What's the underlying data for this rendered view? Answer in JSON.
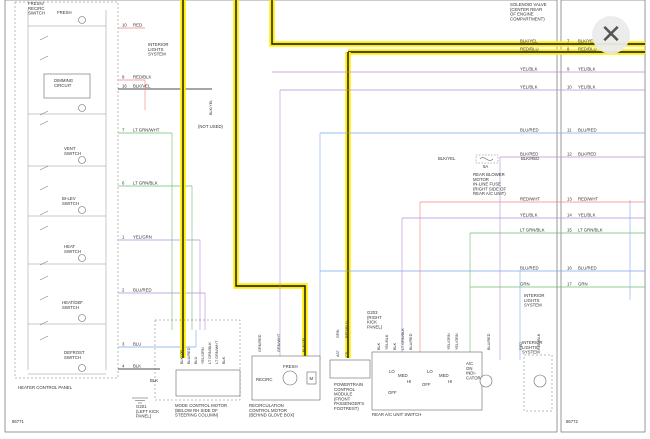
{
  "colors": {
    "wire_red": "#f08080",
    "wire_green": "#6dbb6d",
    "wire_purple": "#b48ed8",
    "wire_blue": "#7fa8ee",
    "wire_highlight": "#ffee00",
    "wire_black": "#111111"
  },
  "close_icon": "close-icon",
  "heater_panel": {
    "top_label": "FRESH/\nRECIRC\nSWITCH",
    "fresh": "FRESH",
    "dimming": "DIMMING\nCIRCUIT",
    "vent": "VENT\nSWITCH",
    "bilev": "BI-LEV\nSWITCH",
    "heat": "HEAT\nSWITCH",
    "heatdef": "HEAT/DEF\nSWITCH",
    "defrost": "DEFROST\nSWITCH",
    "panel_name": "HEATER CONTROL PANEL",
    "code": "86771"
  },
  "left_wires": [
    {
      "pin": "10",
      "color": "RED"
    },
    {
      "pin": "9",
      "color": "RED/BLK"
    },
    {
      "pin": "16",
      "color": "BLK/VEL"
    },
    {
      "pin": "7",
      "color": "LT GRN/WHT"
    },
    {
      "pin": "6",
      "color": "LT GRN/BLK"
    },
    {
      "pin": "1",
      "color": "YEL/GRN"
    },
    {
      "pin": "2",
      "color": "BLU/RED"
    },
    {
      "pin": "3",
      "color": "BLU"
    },
    {
      "pin": "4",
      "color": "BLK"
    }
  ],
  "interior_lights_left": "INTERIOR\nLIGHTS\nSYSTEM",
  "not_used": "(NOT USED)",
  "blkyel_vert": "BLK/YEL",
  "solenoid": "SOLENOID VALVE\n(CENTER REAR\nOF ENGINE\nCOMPARTMENT)",
  "mid_wires": [
    {
      "color": "BLK/YEL",
      "pin": "7",
      "right": "BLK/YEL"
    },
    {
      "color": "RED/BLU",
      "pin": "8",
      "right": "RED/BLU"
    },
    {
      "color": "YEL/BLK",
      "pin": "9",
      "right": "YEL/BLK"
    },
    {
      "color": "YEL/BLK",
      "pin": "10",
      "right": "YEL/BLK"
    },
    {
      "color": "BLU/RED",
      "pin": "11",
      "right": "BLU/RED"
    },
    {
      "color": "BLK/RED",
      "pin": "12",
      "right": "BLK/RED"
    },
    {
      "color": "RED/WHT",
      "pin": "13",
      "right": "RED/WHT"
    },
    {
      "color": "YEL/BLK",
      "pin": "14",
      "right": "YEL/BLK"
    },
    {
      "color": "LT GRN/BLK",
      "pin": "15",
      "right": "LT GRN/BLK"
    },
    {
      "color": "BLU/RED",
      "pin": "16",
      "right": "BLU/RED"
    },
    {
      "color": "GRN",
      "pin": "17",
      "right": "GRN"
    }
  ],
  "fuse": {
    "amp": "5A",
    "label": "REAR BLOWER\nMOTOR\nIN-LINE FUSE\n(RIGHT SIDE OF\nREAR A/C UNIT)"
  },
  "fuse_wire_left": "BLK/YEL",
  "fuse_wire_right": "BLK/RED",
  "interior_lights_right": "INTERIOR\nLIGHTS\nSYSTEM",
  "right_code": "86772",
  "bottom": {
    "mode_motor": "MODE CONTROL MOTOR\n(BELOW RH SIDE OF\nSTEERING COLUMN)",
    "recirc_motor": "RECIRCULATION\nCONTROL MOTOR\n(BEHIND GLOVE BOX)",
    "recirc": "RECIRC",
    "fresh": "FRESH",
    "pcm": "POWERTRAIN\nCONTROL\nMODULE\n(FRONT\nPASSENGER'S\nFOOTREST)",
    "g203": "G203\n(RIGHT\nKICK\nPANEL)",
    "g201": "G201\n(LEFT KICK\nPANEL)",
    "rear_switch": "REAR A/C UNIT SWITCH",
    "lo": "LO",
    "med": "MED",
    "hi": "HI",
    "off": "OFF",
    "ac_on": "A/C\nON\nINDI-\nCATOR",
    "interior_sys": "INTERIOR\nLIGHTS\nSYSTEM",
    "blk": "BLK"
  },
  "mode_wires": [
    "BLK/YEL",
    "BLU/RED",
    "BLU",
    "YEL/GRN",
    "LT GRN/BLK",
    "LT GRN/WHT",
    "BLK"
  ],
  "recirc_wires": [
    "GRN/RED",
    "GRN/WHT",
    "BLK/YEL"
  ],
  "pcm_wires": [
    "GRN",
    "RED/BLU"
  ],
  "pcm_pins": [
    "A37",
    "C9"
  ],
  "switch_wires": [
    "BLK",
    "YEL/BLK",
    "BLK",
    "LT GRN/BLK",
    "BLU/RED",
    "YEL/GRN",
    "YEL/GRN",
    "BLU/RED",
    "RED",
    "RED/BLK"
  ]
}
